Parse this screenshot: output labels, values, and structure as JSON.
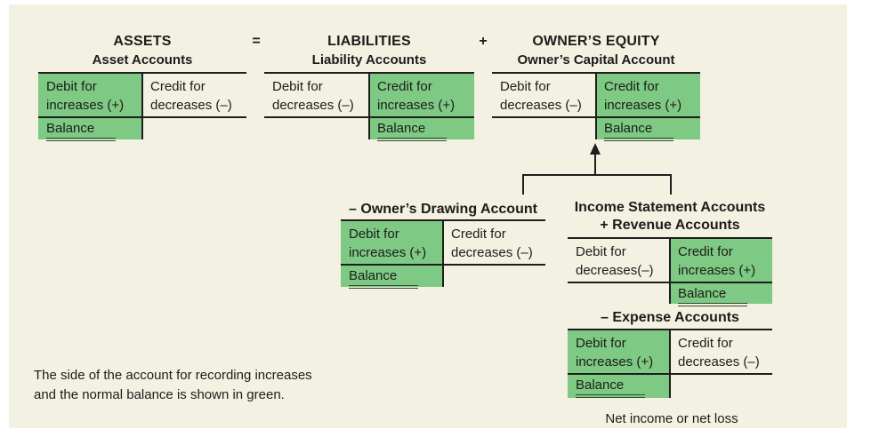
{
  "colors": {
    "panel_background": "#f3f1e2",
    "normal_balance_green": "#7ec983",
    "line_color": "#1e1e1c",
    "balance_underline": "#2c4a2e"
  },
  "equation": {
    "equals": "=",
    "plus": "+",
    "assets": {
      "title": "ASSETS",
      "subtitle": "Asset Accounts"
    },
    "liabilities": {
      "title": "LIABILITIES",
      "subtitle": "Liability Accounts"
    },
    "equity": {
      "title": "OWNER’S EQUITY",
      "subtitle": "Owner’s Capital Account"
    }
  },
  "accounts": {
    "assets": {
      "debit1": "Debit for",
      "debit2": "increases (+)",
      "credit1": "Credit for",
      "credit2": "decreases (–)",
      "balance": "Balance",
      "green_side": "debit"
    },
    "liabilities": {
      "debit1": "Debit for",
      "debit2": "decreases (–)",
      "credit1": "Credit for",
      "credit2": "increases (+)",
      "balance": "Balance",
      "green_side": "credit"
    },
    "equity": {
      "debit1": "Debit for",
      "debit2": "decreases (–)",
      "credit1": "Credit for",
      "credit2": "increases (+)",
      "balance": "Balance",
      "green_side": "credit"
    },
    "drawing": {
      "title": "– Owner’s Drawing Account",
      "debit1": "Debit for",
      "debit2": "increases (+)",
      "credit1": "Credit for",
      "credit2": "decreases (–)",
      "balance": "Balance",
      "green_side": "debit"
    },
    "revenue": {
      "title1": "Income Statement Accounts",
      "title2": "+ Revenue Accounts",
      "debit1": "Debit for",
      "debit2": "decreases(–)",
      "credit1": "Credit for",
      "credit2": "increases (+)",
      "balance": "Balance",
      "green_side": "credit"
    },
    "expense": {
      "title": "– Expense Accounts",
      "debit1": "Debit for",
      "debit2": "increases (+)",
      "credit1": "Credit for",
      "credit2": "decreases (–)",
      "balance": "Balance",
      "green_side": "debit"
    }
  },
  "footer": {
    "note_line1": "The side of the account for recording increases",
    "note_line2": "and the normal balance is shown in green.",
    "net_income_label": "Net income or net loss"
  }
}
